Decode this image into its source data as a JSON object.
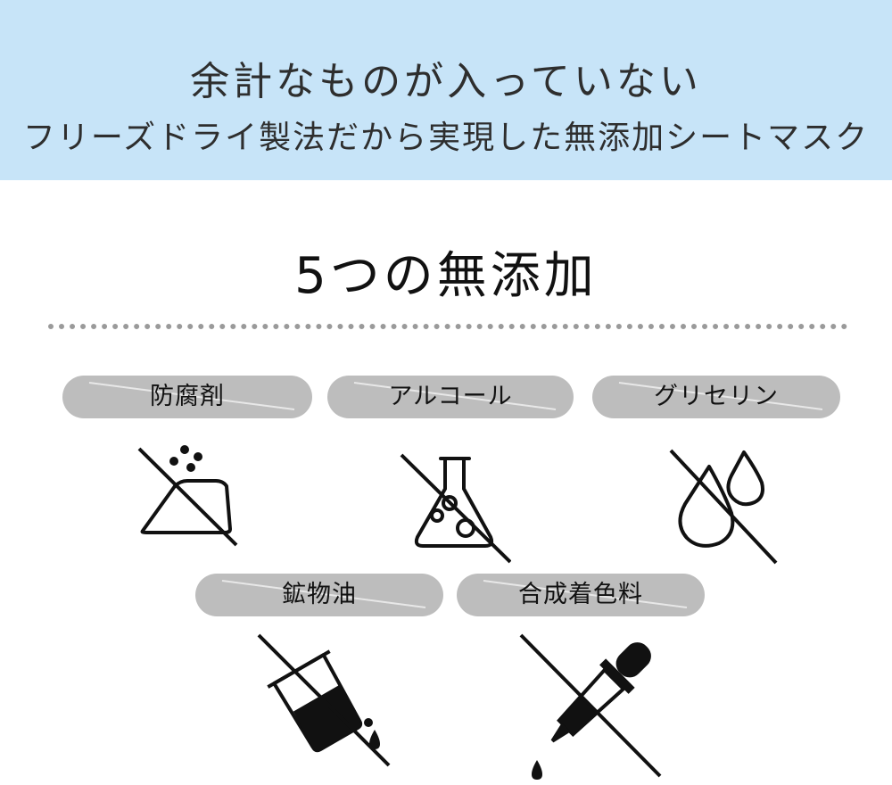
{
  "banner": {
    "line1": "余計なものが入っていない",
    "line2": "フリーズドライ製法だから実現した無添加シートマスク",
    "background": "#c7e4f8"
  },
  "section": {
    "title": "5つの無添加"
  },
  "items": [
    {
      "label": "防腐剤",
      "icon": "no-preservative-icon"
    },
    {
      "label": "アルコール",
      "icon": "no-alcohol-flask-icon"
    },
    {
      "label": "グリセリン",
      "icon": "no-glycerin-drops-icon"
    },
    {
      "label": "鉱物油",
      "icon": "no-mineral-oil-beaker-icon"
    },
    {
      "label": "合成着色料",
      "icon": "no-synthetic-color-dropper-icon"
    }
  ],
  "colors": {
    "pill": "#bdbdbd",
    "icon": "#111111",
    "divider": "#9a9a9a"
  }
}
